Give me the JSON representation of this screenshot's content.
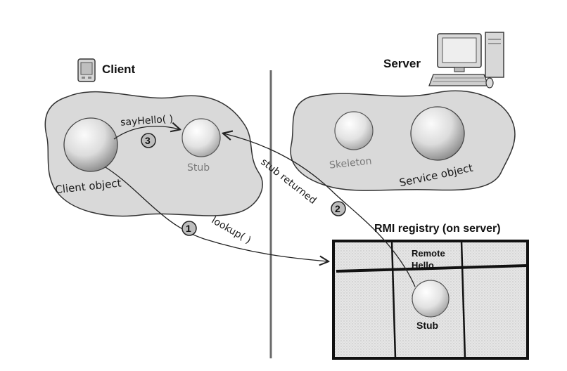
{
  "client": {
    "title": "Client",
    "object_label": "Client object",
    "stub_label": "Stub"
  },
  "server": {
    "title": "Server",
    "skeleton_label": "Skeleton",
    "service_label": "Service object"
  },
  "registry": {
    "title": "RMI registry (on server)",
    "entry_line1": "Remote",
    "entry_line2": "Hello",
    "stub_label": "Stub"
  },
  "steps": [
    {
      "number": "1",
      "label": "lookup( )"
    },
    {
      "number": "2",
      "label": "stub returned"
    },
    {
      "number": "3",
      "label": "sayHello( )"
    }
  ],
  "colors": {
    "blob_fill": "#d9d9d9",
    "blob_stroke": "#333333",
    "sphere_light": "#f4f4f4",
    "sphere_dark": "#9a9a9a",
    "grey_text": "#7a7a7a"
  }
}
